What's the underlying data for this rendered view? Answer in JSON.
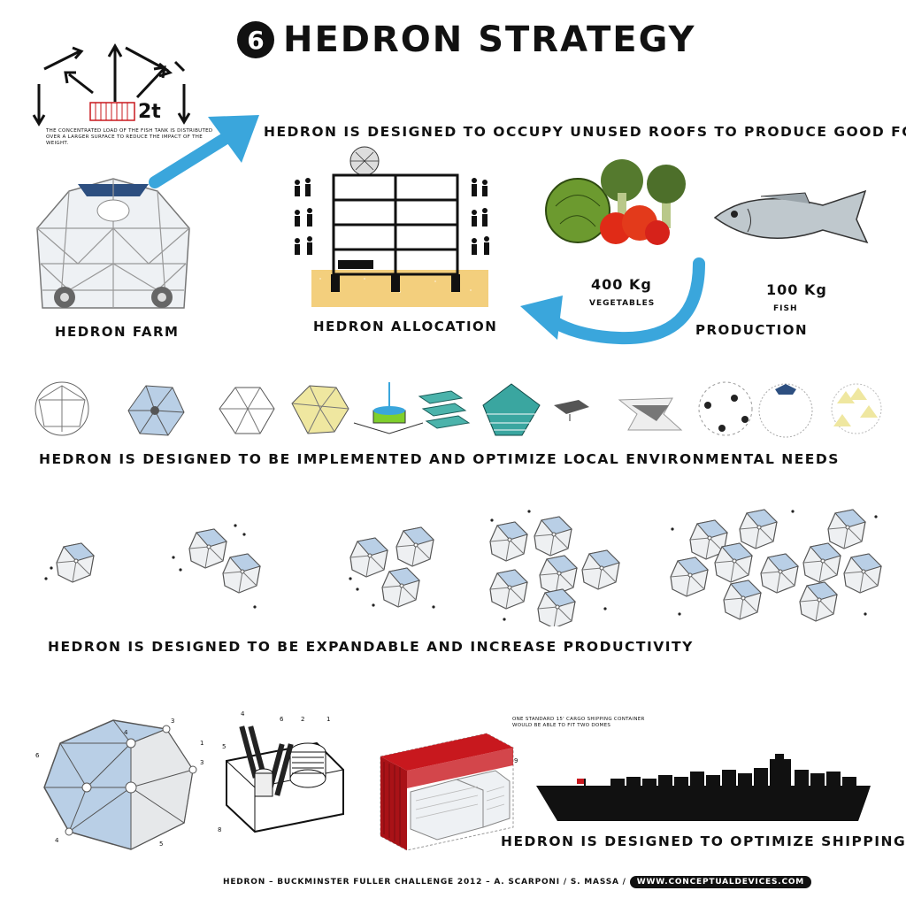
{
  "title": {
    "number": "6",
    "text": "HEDRON STRATEGY"
  },
  "top_note": {
    "weight": "2t",
    "text": "THE CONCENTRATED LOAD OF THE FISH TANK IS DISTRIBUTED OVER A LARGER SURFACE TO REDUCE THE IMPACT OF THE WEIGHT."
  },
  "headline_roofs": "HEDRON IS DESIGNED TO OCCUPY UNUSED ROOFS TO PRODUCE GOOD FOOD",
  "labels": {
    "farm": "HEDRON FARM",
    "allocation": "HEDRON ALLOCATION",
    "production": "PRODUCTION"
  },
  "production": {
    "vegetables_qty": "400 Kg",
    "vegetables_unit": "VEGETABLES",
    "fish_qty": "100 Kg",
    "fish_unit": "FISH"
  },
  "headline_local": "HEDRON IS DESIGNED TO BE IMPLEMENTED AND OPTIMIZE LOCAL ENVIRONMENTAL NEEDS",
  "headline_expand": "HEDRON IS DESIGNED TO BE EXPANDABLE AND INCREASE PRODUCTIVITY",
  "callouts_dome": [
    "3",
    "4",
    "6",
    "1",
    "3",
    "4",
    "5"
  ],
  "callouts_base": [
    "4",
    "6",
    "2",
    "1",
    "5",
    "8"
  ],
  "shipping_note": "ONE STANDARD 15' CARGO SHIPPING CONTAINER WOULD BE ABLE TO FIT TWO DOMES",
  "container_callout": "9",
  "headline_shipping": "HEDRON IS DESIGNED TO OPTIMIZE SHIPPING",
  "footer": {
    "text": "HEDRON – BUCKMINSTER FULLER CHALLENGE 2012 – A. SCARPONI / S. MASSA /",
    "url": "WWW.CONCEPTUALDEVICES.COM"
  },
  "colors": {
    "accent_blue": "#3aa6dc",
    "dome_blue": "#b9cfe6",
    "soil": "#f3cf7d",
    "container_red": "#c8181e",
    "panel_yellow": "#efe7a0"
  }
}
